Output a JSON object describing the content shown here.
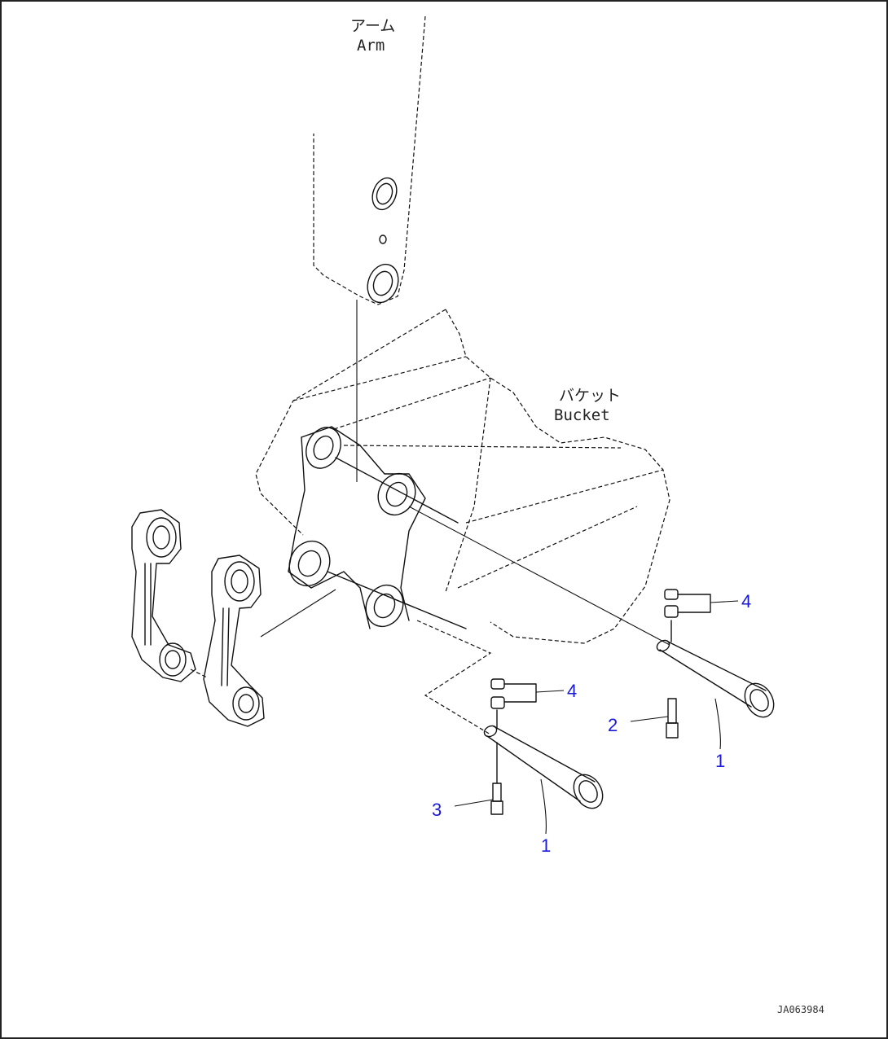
{
  "labels": {
    "arm_jp": "アーム",
    "arm_en": "Arm",
    "bucket_jp": "バケット",
    "bucket_en": "Bucket"
  },
  "callouts": {
    "c1a": "1",
    "c1b": "1",
    "c2": "2",
    "c3": "3",
    "c4a": "4",
    "c4b": "4"
  },
  "drawing_code": "JA063984",
  "colors": {
    "callout": "#1a1ad6",
    "line": "#111111"
  }
}
